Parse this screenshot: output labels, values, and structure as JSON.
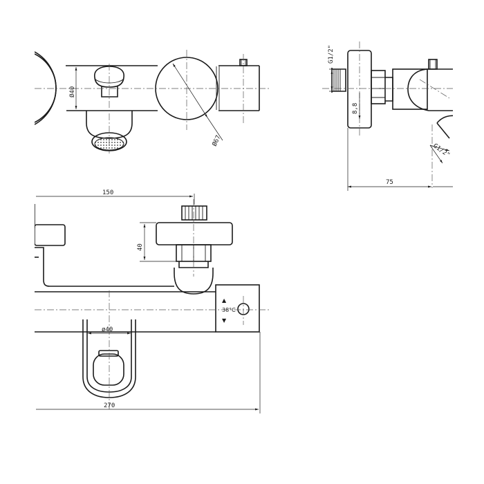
{
  "top_view": {
    "dim_body_diameter": "Ø40",
    "dim_knob_diameter": "Ø67"
  },
  "side_view": {
    "dim_inlet_thread": "G1/2\"",
    "dim_offset": "8,8",
    "dim_outlet_thread": "G1/2\"",
    "dim_depth": "75"
  },
  "front_view": {
    "dim_inlet_spacing": "150",
    "dim_inlet_height": "40",
    "dim_outlet_diameter": "ø40",
    "dim_overall_length": "270",
    "temperature_mark": "38°C",
    "arrow_up": "▲",
    "arrow_down": "▼"
  }
}
